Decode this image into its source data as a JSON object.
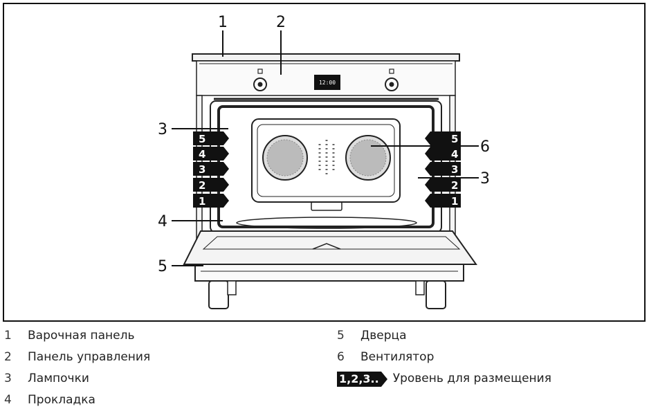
{
  "callouts": {
    "c1": "1",
    "c2": "2",
    "c3_left": "3",
    "c3_right": "3",
    "c4": "4",
    "c5": "5",
    "c6": "6"
  },
  "levels_left": [
    "5",
    "4",
    "3",
    "2",
    "1"
  ],
  "levels_right": [
    "5",
    "4",
    "3",
    "2",
    "1"
  ],
  "display_text": "12:00",
  "legend_left": [
    {
      "num": "1",
      "text": "Варочная панель"
    },
    {
      "num": "2",
      "text": "Панель управления"
    },
    {
      "num": "3",
      "text": "Лампочки"
    },
    {
      "num": "4",
      "text": "Прокладка"
    }
  ],
  "legend_right": [
    {
      "num": "5",
      "text": "Дверца"
    },
    {
      "num": "6",
      "text": "Вентилятор"
    }
  ],
  "level_legend": {
    "badge": "1,2,3..",
    "text": "Уровень для размещения"
  }
}
